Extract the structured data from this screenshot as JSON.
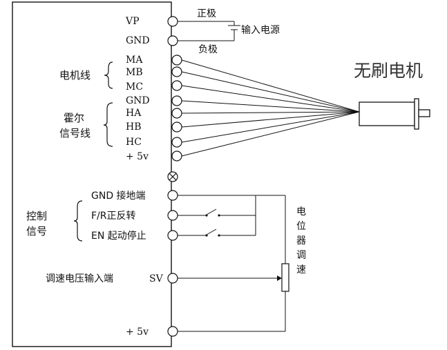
{
  "colors": {
    "line": "#111111",
    "background": "#ffffff"
  },
  "terminals": {
    "vp": "VP",
    "gnd_power": "GND",
    "ma": "MA",
    "mb": "MB",
    "mc": "MC",
    "gnd_hall": "GND",
    "ha": "HA",
    "hb": "HB",
    "hc": "HC",
    "plus5v_hall": "+ 5v",
    "gnd_ground": "GND 接地端",
    "fr": "F/R正反转",
    "en": "EN 起动停止",
    "sv": "SV",
    "plus5v_bottom": "+ 5v"
  },
  "groups": {
    "motor_wire": "电机线",
    "hall_line1": "霍尔",
    "hall_line2": "信号线",
    "control_line1": "控制",
    "control_line2": "信号"
  },
  "power": {
    "positive": "正极",
    "negative": "负极",
    "input": "输入电源"
  },
  "motor_label": "无刷电机",
  "speed_voltage_input": "调速电压输入端",
  "potentiometer_label": [
    "电",
    "位",
    "器",
    "调",
    "速"
  ]
}
